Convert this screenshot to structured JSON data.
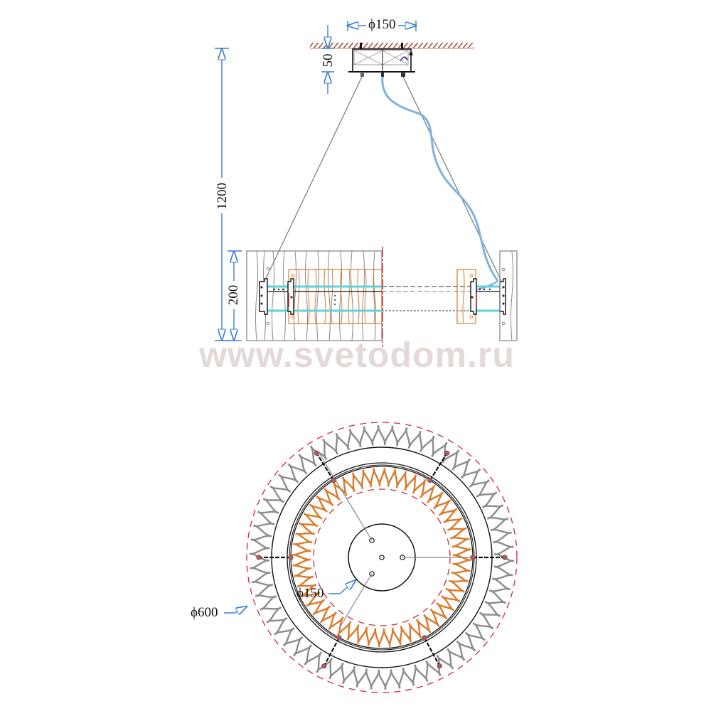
{
  "drawing": {
    "title": "Pendant lamp dimensional drawing",
    "views": [
      "side-elevation",
      "bottom-plan"
    ],
    "colors": {
      "dimension": "#3a7fcf",
      "centerline": "#d8263a",
      "outline": "#111111",
      "wave_outer": "#8c8c8c",
      "wave_inner": "#d97a2b",
      "led_strip": "#5fd3dc",
      "cable": "#7fb2e0",
      "ceiling_hatch": "#a0523d",
      "watermark": "#e4d9d7"
    }
  },
  "side_view": {
    "dimensions": {
      "canopy_diameter": "ϕ150",
      "canopy_height": "50",
      "overall_height": "1200",
      "body_height": "200"
    }
  },
  "plan_view": {
    "dimensions": {
      "outer_diameter": "ϕ600",
      "canopy_diameter": "ϕ150"
    }
  },
  "watermark": "www.svetodom.ru"
}
